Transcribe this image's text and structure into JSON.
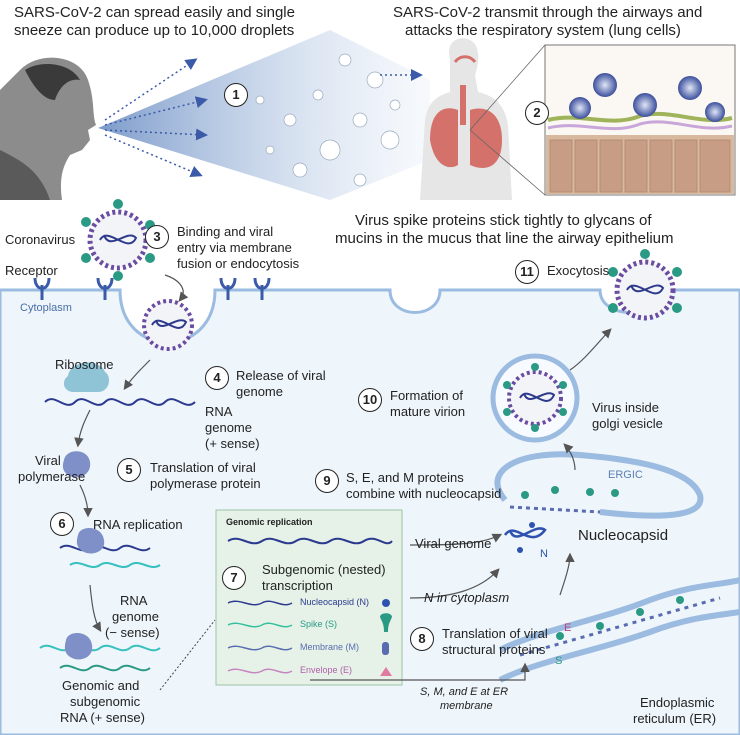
{
  "top": {
    "left_caption_line1": "SARS-CoV-2 can spread easily and single",
    "left_caption_line2": "sneeze can produce up to 10,000 droplets",
    "right_caption_line1": "SARS-CoV-2  transmit through the airways and",
    "right_caption_line2": "attacks the respiratory system (lung cells)"
  },
  "mid_caption_line1": "Virus spike proteins stick tightly to glycans of",
  "mid_caption_line2": "mucins in the mucus that line the airway epithelium",
  "steps": {
    "s1": "1",
    "s2": "2",
    "s3": "3",
    "s3_text_line1": "Binding and viral",
    "s3_text_line2": "entry via membrane",
    "s3_text_line3": "fusion or endocytosis",
    "s4": "4",
    "s4_text_line1": "Release of viral",
    "s4_text_line2": "genome",
    "s5": "5",
    "s5_text_line1": "Translation of viral",
    "s5_text_line2": "polymerase protein",
    "s6": "6",
    "s6_text": "RNA replication",
    "s7": "7",
    "s7_text_line1": "Subgenomic (nested)",
    "s7_text_line2": "transcription",
    "s8": "8",
    "s8_text_line1": "Translation of viral",
    "s8_text_line2": "structural proteins",
    "s9": "9",
    "s9_text_line1": "S, E, and M proteins",
    "s9_text_line2": "combine with nucleocapsid",
    "s10": "10",
    "s10_text_line1": "Formation of",
    "s10_text_line2": "mature virion",
    "s11": "11",
    "s11_text": "Exocytosis"
  },
  "labels": {
    "coronavirus": "Coronavirus",
    "receptor": "Receptor",
    "cytoplasm": "Cytoplasm",
    "ribosome": "Ribosome",
    "rna_genome_plus_line1": "RNA",
    "rna_genome_plus_line2": "genome",
    "rna_genome_plus_line3": "(+ sense)",
    "viral_polymerase_line1": "Viral",
    "viral_polymerase_line2": "polymerase",
    "rna_genome_minus_line1": "RNA",
    "rna_genome_minus_line2": "genome",
    "rna_genome_minus_line3": "(− sense)",
    "genomic_subgenomic_line1": "Genomic and",
    "genomic_subgenomic_line2": "subgenomic",
    "genomic_subgenomic_line3": "RNA (+ sense)",
    "virus_golgi_line1": "Virus inside",
    "virus_golgi_line2": "golgi vesicle",
    "ergic": "ERGIC",
    "nucleocapsid": "Nucleocapsid",
    "n": "N",
    "viral_genome": "Viral genome",
    "n_in_cytoplasm": "N in cytoplasm",
    "sme_er_line1": "S, M, and E at ER",
    "sme_er_line2": "membrane",
    "er_line1": "Endoplasmic",
    "er_line2": "reticulum (ER)",
    "e": "E",
    "s": "S"
  },
  "box": {
    "title": "Genomic replication",
    "items": [
      "Nucleocapsid (N)",
      "Spike (S)",
      "Membrane (M)",
      "Envelope (E)"
    ]
  },
  "colors": {
    "cell": "#eef5fb",
    "membrane": "#b9d3ea",
    "virus_core": "#2e3a8c",
    "spike": "#2a9a84",
    "rna_blue": "#2b3a8f",
    "rna_teal": "#36c0c0",
    "envelope": "#e07aa0",
    "box_bg": "#e6f2e8",
    "protein": "#7f8fc7"
  }
}
